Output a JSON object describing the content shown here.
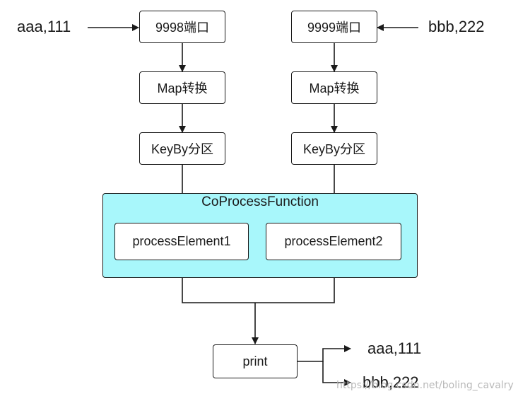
{
  "inputs": {
    "left": "aaa,111",
    "right": "bbb,222"
  },
  "left_branch": {
    "port": "9998端口",
    "map": "Map转换",
    "keyby": "KeyBy分区"
  },
  "right_branch": {
    "port": "9999端口",
    "map": "Map转换",
    "keyby": "KeyBy分区"
  },
  "coprocess": {
    "title": "CoProcessFunction",
    "element1": "processElement1",
    "element2": "processElement2",
    "fill_color": "#a8f7fb"
  },
  "sink": {
    "label": "print"
  },
  "outputs": {
    "first": "aaa,111",
    "second": "bbb,222"
  },
  "watermark": "https://blog.csdn.net/boling_cavalry"
}
